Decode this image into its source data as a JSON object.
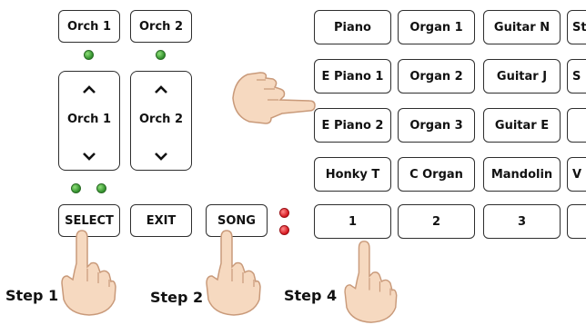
{
  "orch": {
    "orch1_label": "Orch 1",
    "orch2_label": "Orch 2",
    "panel1_label": "Orch 1",
    "panel2_label": "Orch 2"
  },
  "controls": {
    "select_label": "SELECT",
    "exit_label": "EXIT",
    "song_label": "SONG"
  },
  "voices": {
    "row1": [
      "Piano",
      "Organ 1",
      "Guitar N",
      "St"
    ],
    "row2": [
      "E Piano 1",
      "Organ 2",
      "Guitar J",
      "S"
    ],
    "row3": [
      "E Piano 2",
      "Organ 3",
      "Guitar E",
      ""
    ],
    "row4": [
      "Honky T",
      "C Organ",
      "Mandolin",
      "V"
    ],
    "row5": [
      "1",
      "2",
      "3",
      ""
    ]
  },
  "steps": {
    "step1": "Step 1",
    "step2": "Step 2",
    "step4": "Step 4"
  },
  "colors": {
    "led_green": "#3a9a33",
    "led_red": "#e0141c",
    "skin": "#f6d9c0",
    "skin_outline": "#c99a7a"
  },
  "icons": {
    "up": "chevron-up-icon",
    "down": "chevron-down-icon",
    "hand": "hand-pointer-icon"
  }
}
